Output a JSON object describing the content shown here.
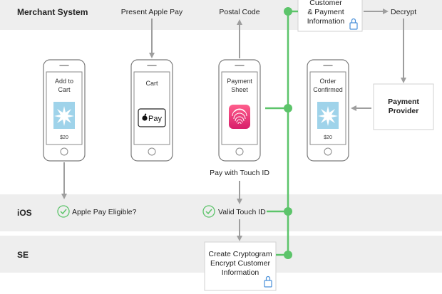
{
  "lanes": {
    "merchant": "Merchant System",
    "ios": "iOS",
    "se": "SE"
  },
  "steps": {
    "present_apple_pay": "Present Apple Pay",
    "postal_code": "Postal Code",
    "decrypt": "Decrypt",
    "pay_touch_id": "Pay with Touch ID",
    "apple_pay_eligible": "Apple Pay Eligible?",
    "valid_touch_id": "Valid Touch ID"
  },
  "customer_box": {
    "line1": "Customer",
    "line2": "& Payment",
    "line3": "Information"
  },
  "payment_provider": {
    "line1": "Payment",
    "line2": "Provider"
  },
  "cryptogram_box": {
    "line1": "Create Cryptogram",
    "line2": "Encrypt Customer",
    "line3": "Information"
  },
  "phones": {
    "add_to_cart": {
      "line1": "Add to",
      "line2": "Cart",
      "price": "$20"
    },
    "cart": {
      "line1": "Cart",
      "pay_label": "Pay"
    },
    "payment_sheet": {
      "line1": "Payment",
      "line2": "Sheet"
    },
    "order_confirmed": {
      "line1": "Order",
      "line2": "Confirmed",
      "price": "$20"
    }
  },
  "colors": {
    "lane_fill": "#eeeeee",
    "arrow": "#9e9e9e",
    "green": "#5cc46a",
    "lock_blue": "#4a90d9",
    "burst_bg": "#9fd3ea",
    "touchid_pink": "#f0307a"
  }
}
